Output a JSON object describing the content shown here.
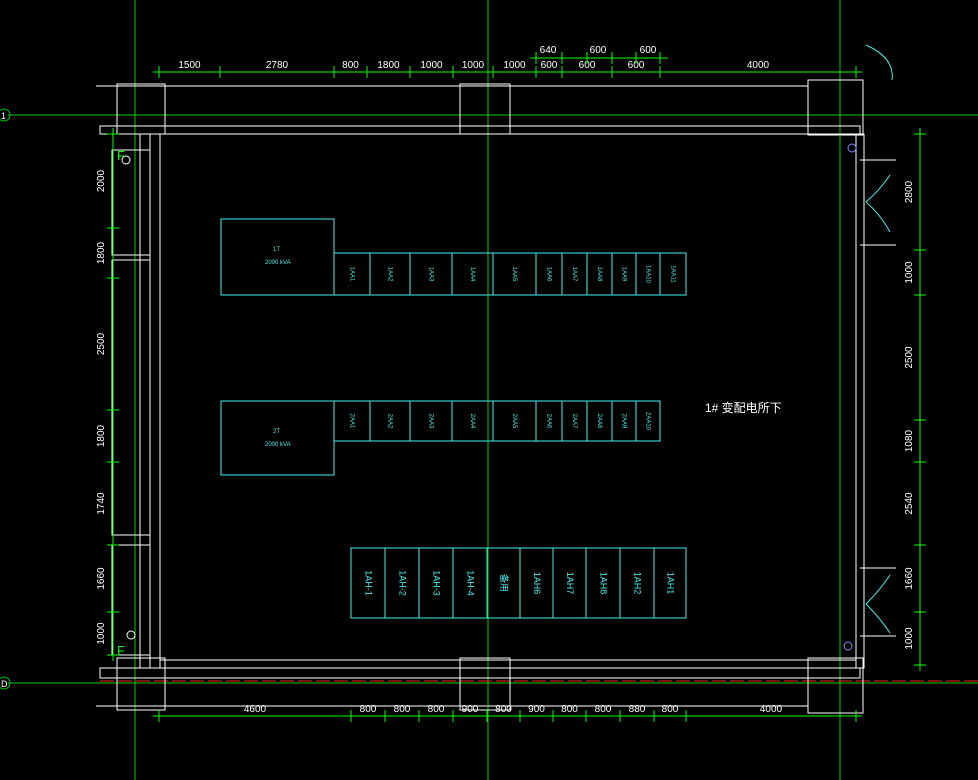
{
  "title": "1# 变配电所下",
  "axes": {
    "top": "1",
    "bottom": "D"
  },
  "transformers": [
    {
      "name": "1T",
      "rating": "2000 kVA"
    },
    {
      "name": "2T",
      "rating": "2000 kVA"
    }
  ],
  "row1_panels": [
    "1AA1",
    "1AA2",
    "1AA3",
    "1AA4",
    "1AA5",
    "1AA6",
    "1AA7",
    "1AA8",
    "1AA9",
    "1AA10",
    "1AA11"
  ],
  "row2_panels": [
    "2AA1",
    "2AA2",
    "2AA3",
    "2AA4",
    "2AA5",
    "2AA6",
    "2AA7",
    "2AA8",
    "2AA9",
    "2AA10"
  ],
  "row3_panels": [
    "1AH-1",
    "1AH-2",
    "1AH-3",
    "1AH-4",
    "备用",
    "1AH6",
    "1AH7",
    "1AH8",
    "1AH2",
    "1AH1"
  ],
  "dims_top_lower": [
    "1500",
    "2780",
    "800",
    "1800",
    "1000",
    "1000",
    "1000",
    "600",
    "600",
    "600",
    "4000"
  ],
  "dims_top_upper": [
    "640",
    "600",
    "600"
  ],
  "dims_bottom": [
    "4600",
    "800",
    "800",
    "800",
    "900",
    "800",
    "900",
    "800",
    "800",
    "880",
    "800",
    "4000"
  ],
  "dims_left": [
    "2000",
    "1800",
    "2500",
    "1800",
    "1740",
    "1660",
    "1000"
  ],
  "dims_right": [
    "2800",
    "1000",
    "2500",
    "1080",
    "2540",
    "1660",
    "1000"
  ],
  "markers": [
    "F",
    "F"
  ],
  "colors": {
    "wall": "#ffffff",
    "dimension": "#00ff00",
    "equipment": "#44eeee",
    "axis_line": "#00cc00",
    "red_line": "#ff2222"
  }
}
